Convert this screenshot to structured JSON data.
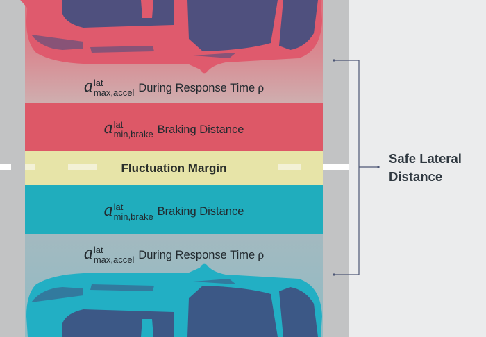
{
  "bands": [
    {
      "symbol": "a",
      "superscript": "lat",
      "subscript": "max,accel",
      "text": "During Response Time",
      "greek": "ρ"
    },
    {
      "symbol": "a",
      "superscript": "lat",
      "subscript": "min,brake",
      "text": "Braking Distance",
      "greek": ""
    },
    {
      "text": "Fluctuation Margin"
    },
    {
      "symbol": "a",
      "superscript": "lat",
      "subscript": "min,brake",
      "text": "Braking Distance",
      "greek": ""
    },
    {
      "symbol": "a",
      "superscript": "lat",
      "subscript": "max,accel",
      "text": "During Response Time",
      "greek": "ρ"
    }
  ],
  "side_label": {
    "line1": "Safe Lateral",
    "line2": "Distance"
  },
  "colors": {
    "red_car": "#df5a6d",
    "red_band": "#dd5867",
    "red_fade_top": "#df6f7c",
    "red_fade_bottom": "#cfaeaf",
    "margin_band": "#e7e4a8",
    "teal_band": "#20adbd",
    "teal_fade_top": "#a3b9c0",
    "teal_fade_bottom": "#8fbcc4",
    "teal_car": "#22afc4",
    "window": "#3f4f7f",
    "road": "#c2c3c4",
    "background": "#ebeced",
    "bracket": "#4c5675"
  }
}
